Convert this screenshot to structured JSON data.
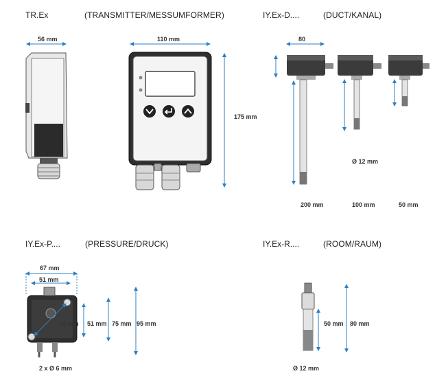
{
  "sections": {
    "transmitter": {
      "code": "TR.Ex",
      "caption": "(TRANSMITTER/MESSUMFORMER)"
    },
    "duct": {
      "code": "IY.Ex-D....",
      "caption": "(DUCT/KANAL)"
    },
    "pressure": {
      "code": "IY.Ex-P....",
      "caption": "(PRESSURE/DRUCK)"
    },
    "room": {
      "code": "IY.Ex-R....",
      "caption": "(ROOM/RAUM)"
    }
  },
  "dimensions": {
    "tr_depth": "56 mm",
    "tr_width": "110 mm",
    "tr_height": "175 mm",
    "duct_width": "80",
    "duct_probe_dia": "Ø 12 mm",
    "duct_len_200": "200 mm",
    "duct_len_100": "100 mm",
    "duct_len_50": "50 mm",
    "p_outer_width": "67 mm",
    "p_inner_width": "51 mm",
    "p_diag": "72 mm",
    "p_h51": "51 mm",
    "p_h75": "75 mm",
    "p_h95": "95 mm",
    "p_ports": "2 x Ø 6 mm",
    "room_h50": "50 mm",
    "room_h80": "80 mm",
    "room_dia": "Ø 12 mm"
  },
  "colors": {
    "dimension_lines": "#2f7fc1",
    "device_body": "#3b3b3b"
  }
}
